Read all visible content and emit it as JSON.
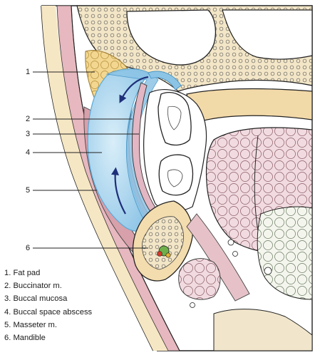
{
  "labels": [
    {
      "number": "1"
    },
    {
      "number": "2"
    },
    {
      "number": "3"
    },
    {
      "number": "4"
    },
    {
      "number": "5"
    },
    {
      "number": "6"
    }
  ],
  "legend": [
    "1. Fat pad",
    "2. Buccinator m.",
    "3. Buccal mucosa",
    "4. Buccal space abscess",
    "5. Masseter m.",
    "6. Mandible"
  ],
  "colors": {
    "abscess": "#a9d6ee",
    "abscess_edge": "#5aa9d6",
    "arrow": "#1e2f7a",
    "muscle": "#d9a7b0",
    "bone": "#eed7a8",
    "fat": "#f2d48a",
    "mucosa": "#e2b6c3",
    "line": "#222222"
  }
}
